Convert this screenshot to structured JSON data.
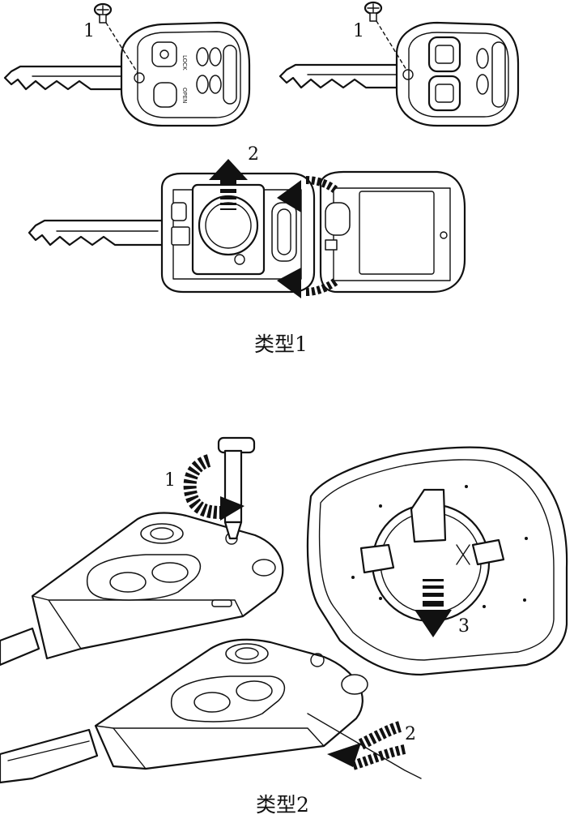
{
  "figure1": {
    "caption": "类型1",
    "callouts": {
      "screw_left": "1",
      "screw_right": "1",
      "cover_lift": "2"
    },
    "button_text": {
      "lock": "LOCK",
      "open": "OPEN"
    },
    "icons": [
      "screw-icon",
      "car-key-icon",
      "coin-battery-icon",
      "lift-arrow-icon",
      "rotate-arrow-icon"
    ]
  },
  "figure2": {
    "caption": "类型2",
    "callouts": {
      "screwdriver_turn": "1",
      "pry_open": "2",
      "remove_battery": "3"
    },
    "icons": [
      "screwdriver-icon",
      "flip-key-icon",
      "battery-holder-icon",
      "remove-arrow-icon",
      "rotate-arrow-icon"
    ]
  }
}
